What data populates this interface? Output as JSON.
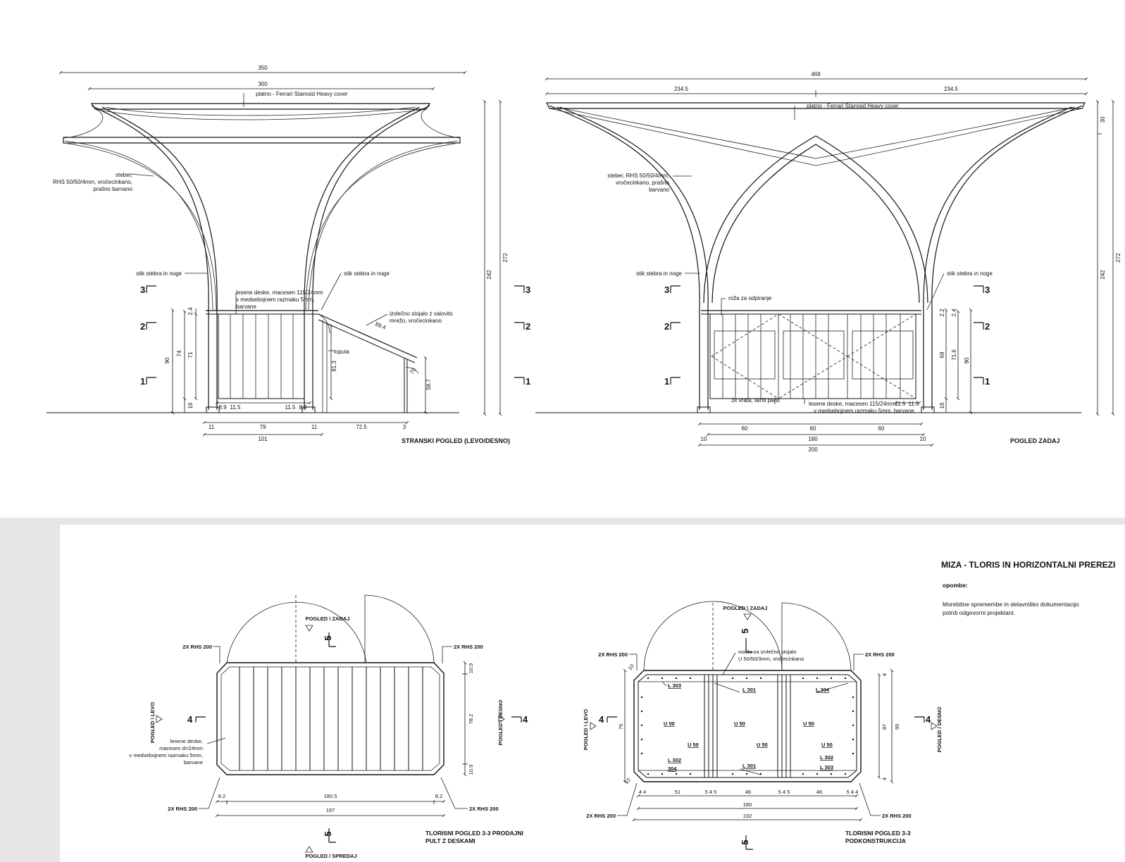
{
  "top_left": {
    "dims": {
      "overall": "350",
      "canvas": "300",
      "height_total": "272",
      "height_mid": "242",
      "h90": "90",
      "h74": "74",
      "h71": "71",
      "h24": "2.4",
      "h16": "16",
      "h813": "81.3",
      "h587": "58.7",
      "angle": "70",
      "d894": "89.4",
      "b_8_9a": "8.9",
      "b_11_5a": "11.5",
      "b_11_5b": "11.5",
      "b_8_9b": "8.9",
      "c11a": "11",
      "c79": "79",
      "c11b": "11",
      "c725": "72.5",
      "c3": "3",
      "c101": "101"
    },
    "notes": {
      "platno": "platno - Ferrari Stamoid Heavy cover",
      "steber1": "steber,",
      "steber2": "RHS 50/50/4mm, vročecinkano,",
      "steber3": "prašno barvano",
      "stik_l": "stik stebra in noge",
      "stik_r": "stik stebra in noge",
      "deske1": "lesene deske, macesen 115/24mm",
      "deske2": "v medsebojnem razmaku 5mm,",
      "deske3": "barvane",
      "stojalo1": "izvlečno stojalo z valovito",
      "stojalo2": "mrežo, vročecinkano",
      "loputa": "loputa"
    },
    "sec": {
      "s3": "3",
      "s2": "2",
      "s1": "1",
      "r3": "3",
      "r2": "2",
      "r1": "1"
    },
    "caption": "STRANSKI POGLED (LEVO/DESNO)"
  },
  "top_right": {
    "dims": {
      "overall": "469",
      "half_l": "234.5",
      "half_r": "234.5",
      "v30": "30",
      "v242": "242",
      "v272": "272",
      "h24": "2.4",
      "h22": "2.2",
      "h69": "69",
      "h716": "71.6",
      "h90": "90",
      "h16": "16",
      "b115a": "11.5",
      "b115b": "11.5",
      "c10a": "10",
      "c60a": "60",
      "c60b": "60",
      "c60c": "60",
      "c10b": "10",
      "c180": "180",
      "c200": "200"
    },
    "notes": {
      "platno": "platno - Ferrari Stamoid Heavy cover",
      "steber1": "steber, RHS 50/50/4mm,",
      "steber2": "vročecinkano, prašno",
      "steber3": "barvano",
      "stik_l": "stik stebra in noge",
      "stik_r": "stik stebra in noge",
      "roza": "roža za odpiranje",
      "vrata": "3x vrata, skriti panti",
      "deske1": "lesene deske, macesen 115/24mm",
      "deske2": "v medsebojnem razmaku 5mm, barvane"
    },
    "sec": {
      "s3": "3",
      "s2": "2",
      "s1": "1",
      "r3": "3",
      "r2": "2",
      "r1": "1"
    },
    "caption": "POGLED ZADAJ"
  },
  "bottom_left": {
    "rhs_tl": "2X RHS 200",
    "rhs_tr": "2X RHS 200",
    "rhs_bl": "2X RHS 200",
    "rhs_br": "2X RHS 200",
    "pogled_zadaj": "POGLED \\ ZADAJ",
    "pogled_spredaj": "POGLED / SPREDAJ",
    "pogled_levo": "POGLED \\ LEVO",
    "pogled_desno": "POGLED / DESNO",
    "s5t": "5",
    "s5b": "5",
    "s4l": "4",
    "s4r": "4",
    "d109a": "10.9",
    "d782": "78.2",
    "d109b": "10.9",
    "d82a": "8.2",
    "d1805": "180.5",
    "d82b": "8.2",
    "d197": "197",
    "deske1": "lesene deske,",
    "deske2": "macesen d=24mm",
    "deske3": "v medsebojnem razmaku 5mm,",
    "deske4": "barvane",
    "cap1": "TLORISNI POGLED 3-3  PRODAJNI",
    "cap2": "PULT Z DESKAMI"
  },
  "bottom_right": {
    "rhs_tl": "2X RHS 200",
    "rhs_tr": "2X RHS 200",
    "rhs_bl": "2X RHS 200",
    "rhs_br": "2X RHS 200",
    "pogled_zadaj": "POGLED \\ ZADAJ",
    "pogled_levo": "POGLED \\ LEVO",
    "pogled_desno": "POGLED / DESNO",
    "s5t": "5",
    "s5b": "5",
    "s4l": "4",
    "s4r": "4",
    "vodilo1": "vodilo za izvlečno stojalo",
    "vodilo2": "U 50/50/3mm, vročecinkano",
    "l303a": "L 303",
    "l301a": "L 301",
    "l304a": "L 304",
    "l302a": "L 302",
    "l304b": "304",
    "l301b": "L 301",
    "l302b": "L 302",
    "l303b": "L 303",
    "u50a": "U 50",
    "u50b": "U 50",
    "u50c": "U 50",
    "u50d": "U 50",
    "u50e": "U 50",
    "u50f": "U 50",
    "d79": "79",
    "d87": "87",
    "d95": "95",
    "d4a": "4",
    "d4b": "4",
    "d10a": "10",
    "d10b": "10",
    "b44": "4 4",
    "b51": "51",
    "b545a": "5 4 5",
    "b46a": "46",
    "b545b": "5 4 5",
    "b46b": "46",
    "b544": "5 4 4",
    "b180": "180",
    "b192": "192",
    "cap1": "TLORISNI POGLED 3-3",
    "cap2": "PODKONSTRUKCIJA"
  },
  "title_block": {
    "title": "MIZA - TLORIS IN HORIZONTALNI PREREZI",
    "opombe": "opombe:",
    "note1": "Morebitne spremembe in delavniško dokumentacijo",
    "note2": "potrdi odgovorni projektant."
  }
}
